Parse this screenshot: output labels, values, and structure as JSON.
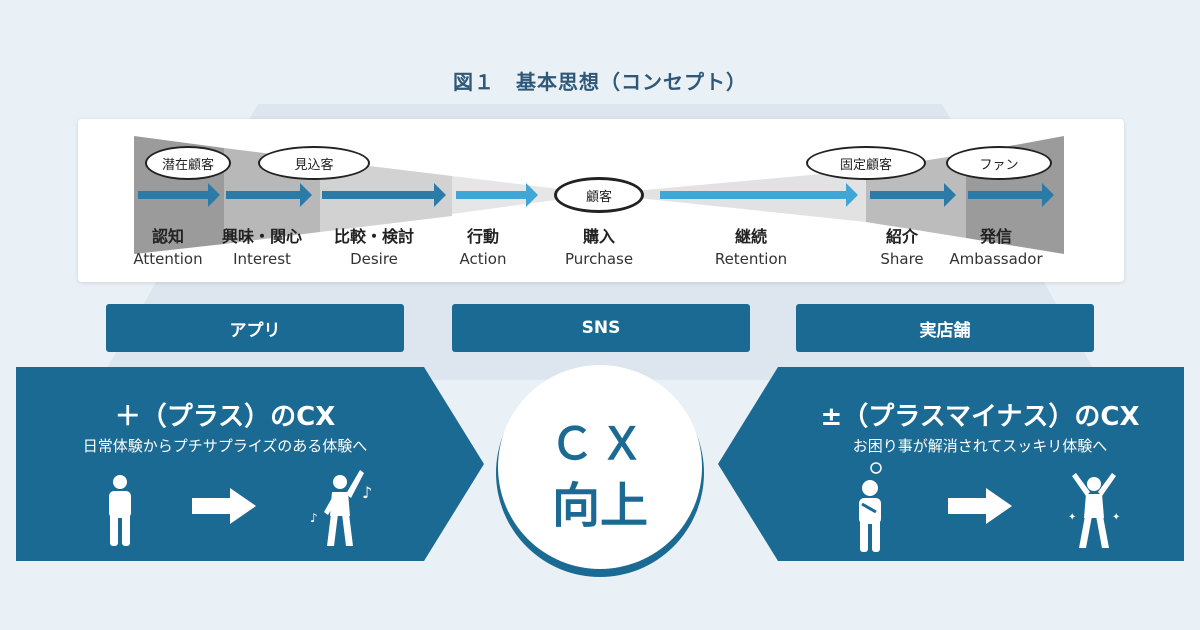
{
  "title": "図１　基本思想（コンセプト）",
  "stages": [
    {
      "jp": "認知",
      "en": "Attention"
    },
    {
      "jp": "興味・関心",
      "en": "Interest"
    },
    {
      "jp": "比較・検討",
      "en": "Desire"
    },
    {
      "jp": "行動",
      "en": "Action"
    },
    {
      "jp": "購入",
      "en": "Purchase"
    },
    {
      "jp": "継続",
      "en": "Retention"
    },
    {
      "jp": "紹介",
      "en": "Share"
    },
    {
      "jp": "発信",
      "en": "Ambassador"
    }
  ],
  "bubbles": {
    "latent": "潜在顧客",
    "prospect": "見込客",
    "customer": "顧客",
    "loyal": "固定顧客",
    "fan": "ファン"
  },
  "channels": [
    "アプリ",
    "SNS",
    "実店舗"
  ],
  "left_panel": {
    "title": "＋（プラス）のCX",
    "subtitle": "日常体験からプチサプライズのある体験へ"
  },
  "right_panel": {
    "title": "±（プラスマイナス）のCX",
    "subtitle": "お困り事が解消されてスッキリ体験へ"
  },
  "center": {
    "line1": "ＣＸ",
    "line2": "向上"
  },
  "colors": {
    "primary": "#1b6a93",
    "arrow": "#2b7ba8",
    "title": "#2f5878",
    "background": "#eaf1f6"
  }
}
